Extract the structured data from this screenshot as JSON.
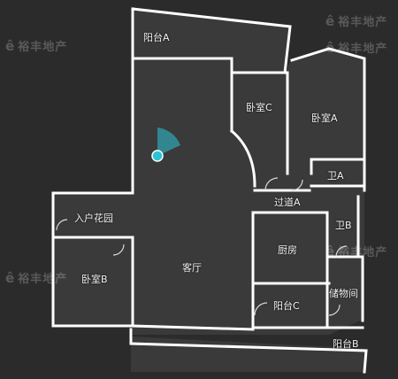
{
  "watermark": {
    "logo_glyph": "ê",
    "text": "裕丰地产"
  },
  "rooms": {
    "balcony_a": "阳台A",
    "bedroom_c": "卧室C",
    "bedroom_a": "卧室A",
    "bath_a": "卫A",
    "hallway_a": "过道A",
    "bath_b": "卫B",
    "entry_garden": "入户花园",
    "kitchen": "厨房",
    "living_room": "客厅",
    "bedroom_b": "卧室B",
    "balcony_c": "阳台C",
    "storage": "储物间",
    "balcony_b": "阳台B"
  },
  "colors": {
    "background": "#2b2b2b",
    "floor": "#3a3a3a",
    "wall": "#ffffff",
    "view_marker": "#2bc4d6"
  }
}
